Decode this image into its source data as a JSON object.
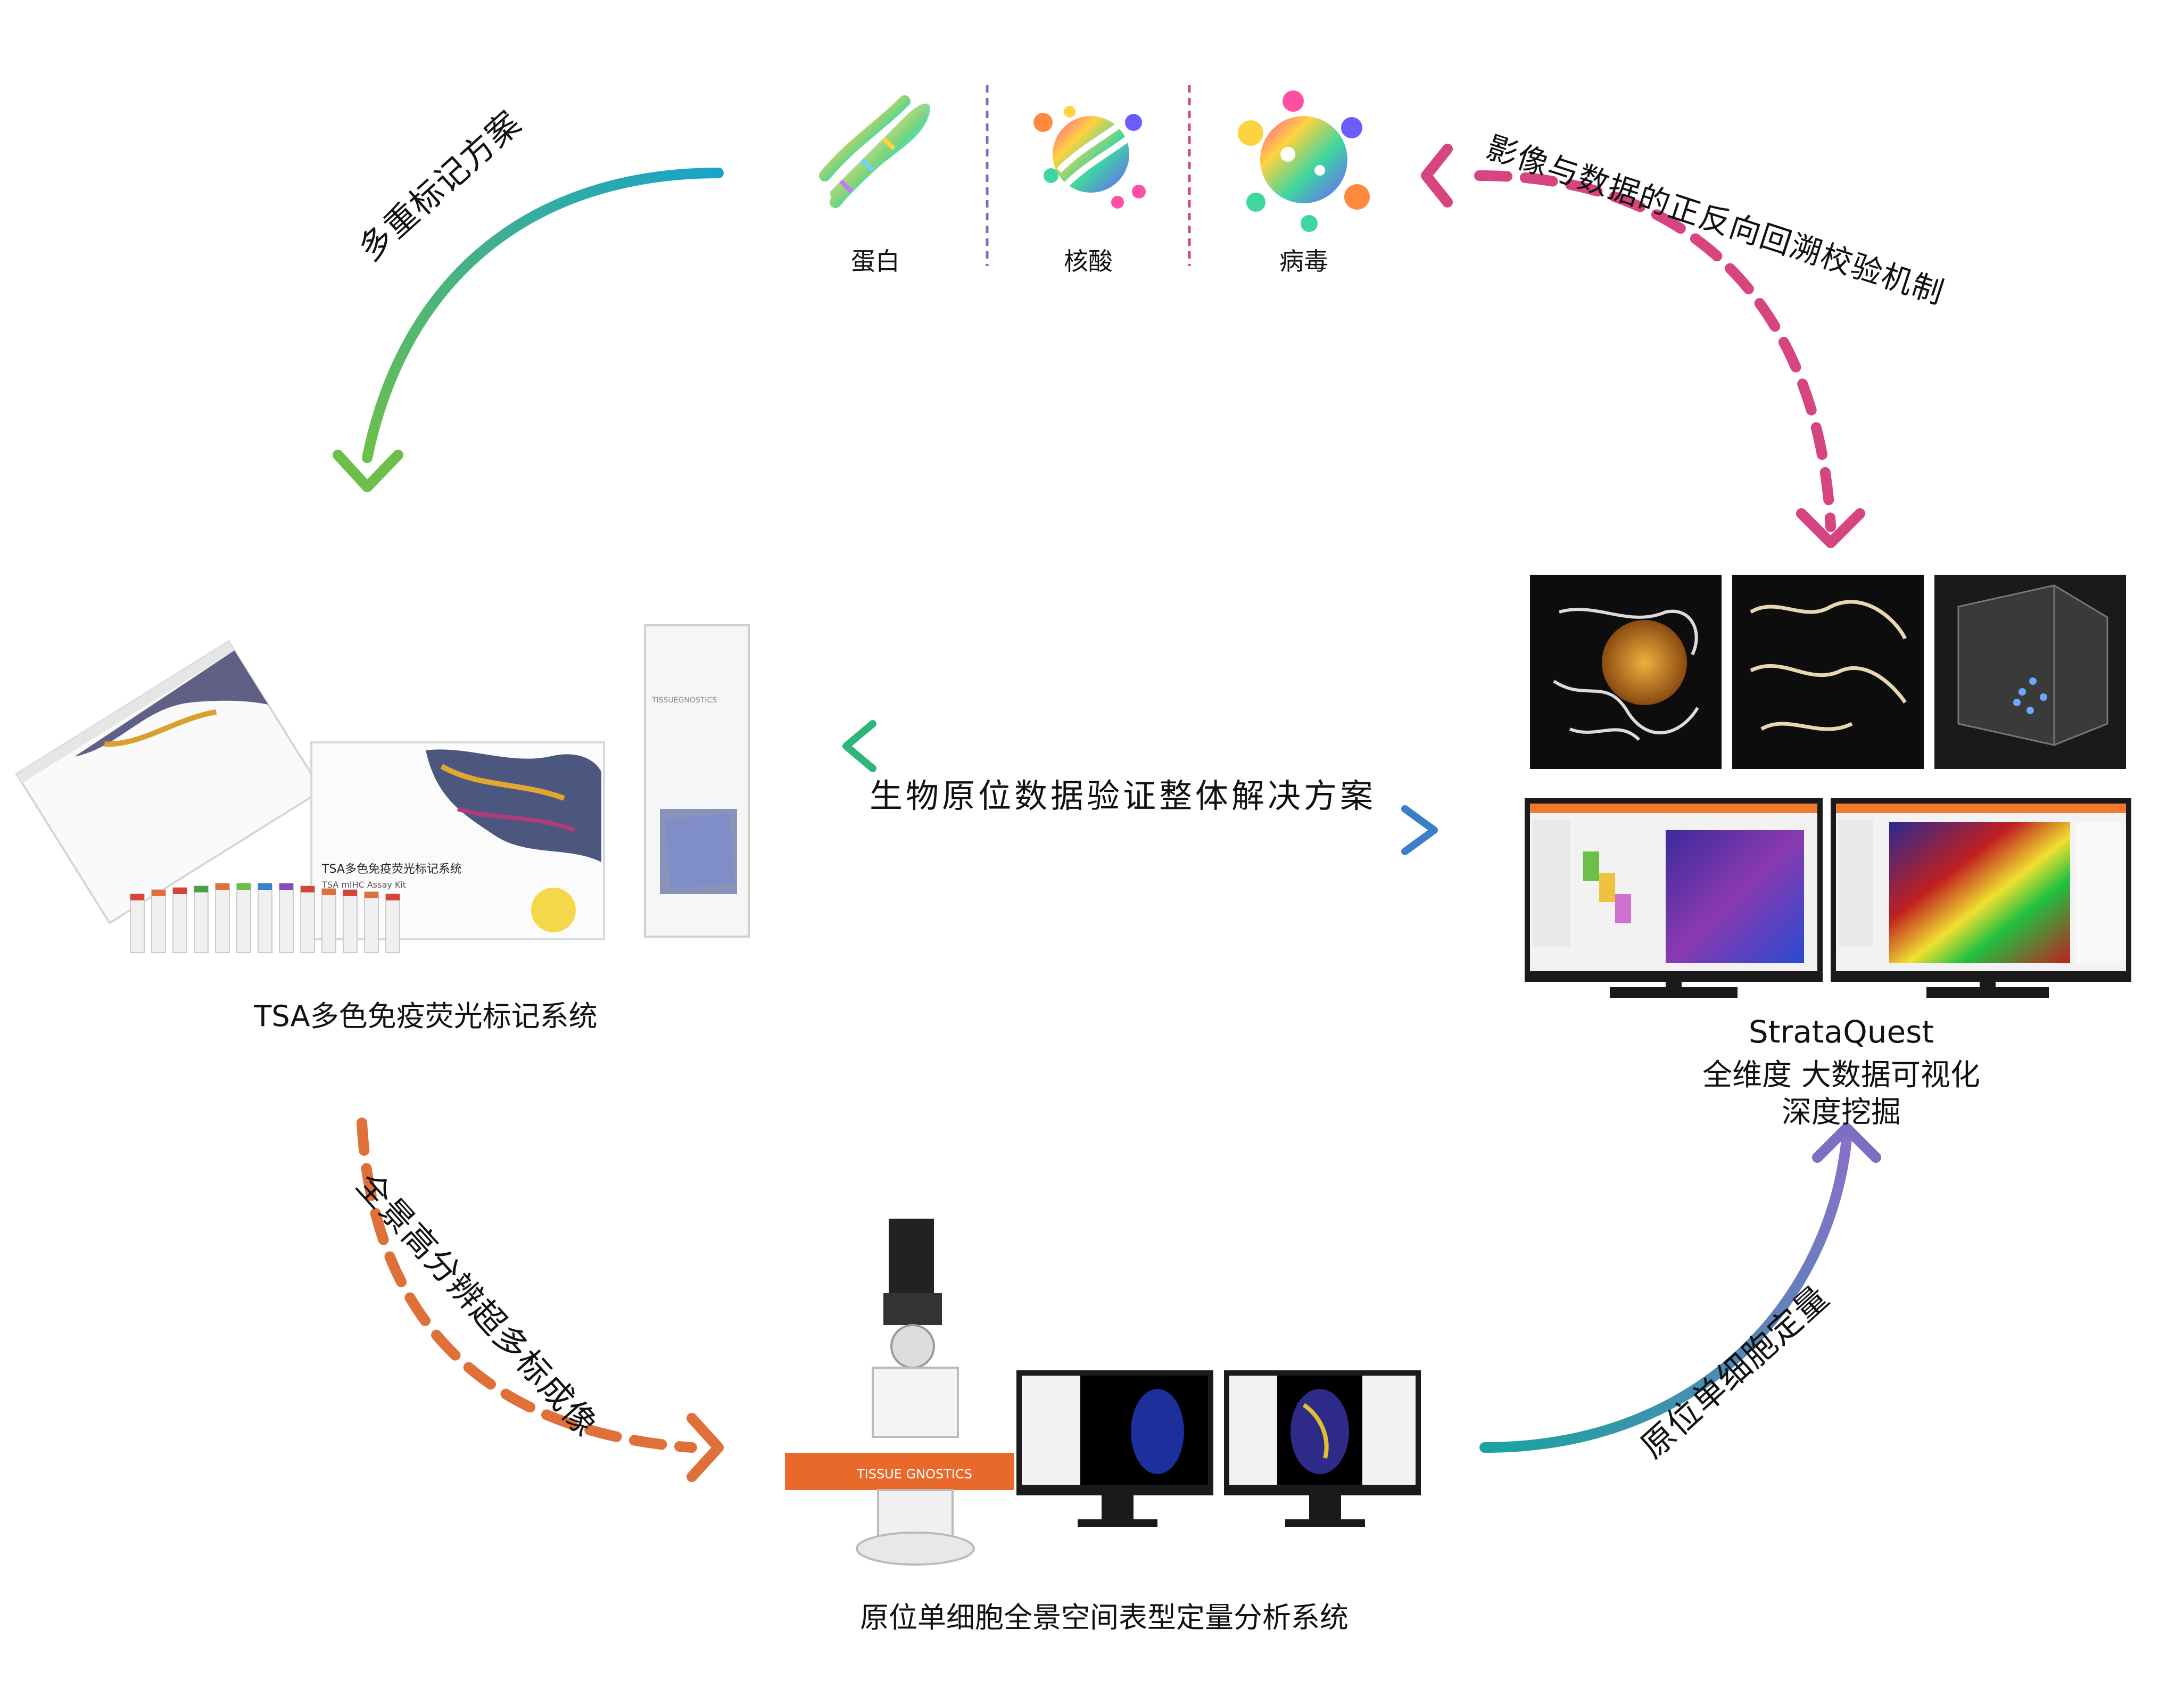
{
  "categories": {
    "protein": "蛋白",
    "nucleic_acid": "核酸",
    "virus": "病毒"
  },
  "arcs": {
    "multiplex_labeling": "多重标记方案",
    "feedback": "影像与数据的正反向回溯校验机制",
    "panoramic_imaging": "全景高分辨超多标成像",
    "single_cell_quant": "原位单细胞定量"
  },
  "center": {
    "title": "生物原位数据验证整体解决方案"
  },
  "nodes": {
    "tsa": {
      "caption": "TSA多色免疫荧光标记系统",
      "box_title": "TSA多色免疫荧光标记系统",
      "box_subtitle": "TSA mIHC Assay Kit",
      "slide_brand": "TISSUEGNOSTICS"
    },
    "strataquest": {
      "line1": "StrataQuest",
      "line2": "全维度 大数据可视化",
      "line3": "深度挖掘"
    },
    "system": {
      "caption": "原位单细胞全景空间表型定量分析系统",
      "stage_brand": "TISSUE GNOSTICS"
    }
  },
  "colors": {
    "arc_gradient_start": "#1aa3c9",
    "arc_gradient_end": "#6cc04a",
    "dashed_pink": "#d6457f",
    "dashed_orange": "#e0703a",
    "arc_blue_purple": "#7b6fc4",
    "center_arrow_start": "#3b9bc9",
    "center_arrow_end": "#2fb57a"
  },
  "icons": [
    "dna-icon",
    "nucleic-acid-icon",
    "virus-icon"
  ]
}
